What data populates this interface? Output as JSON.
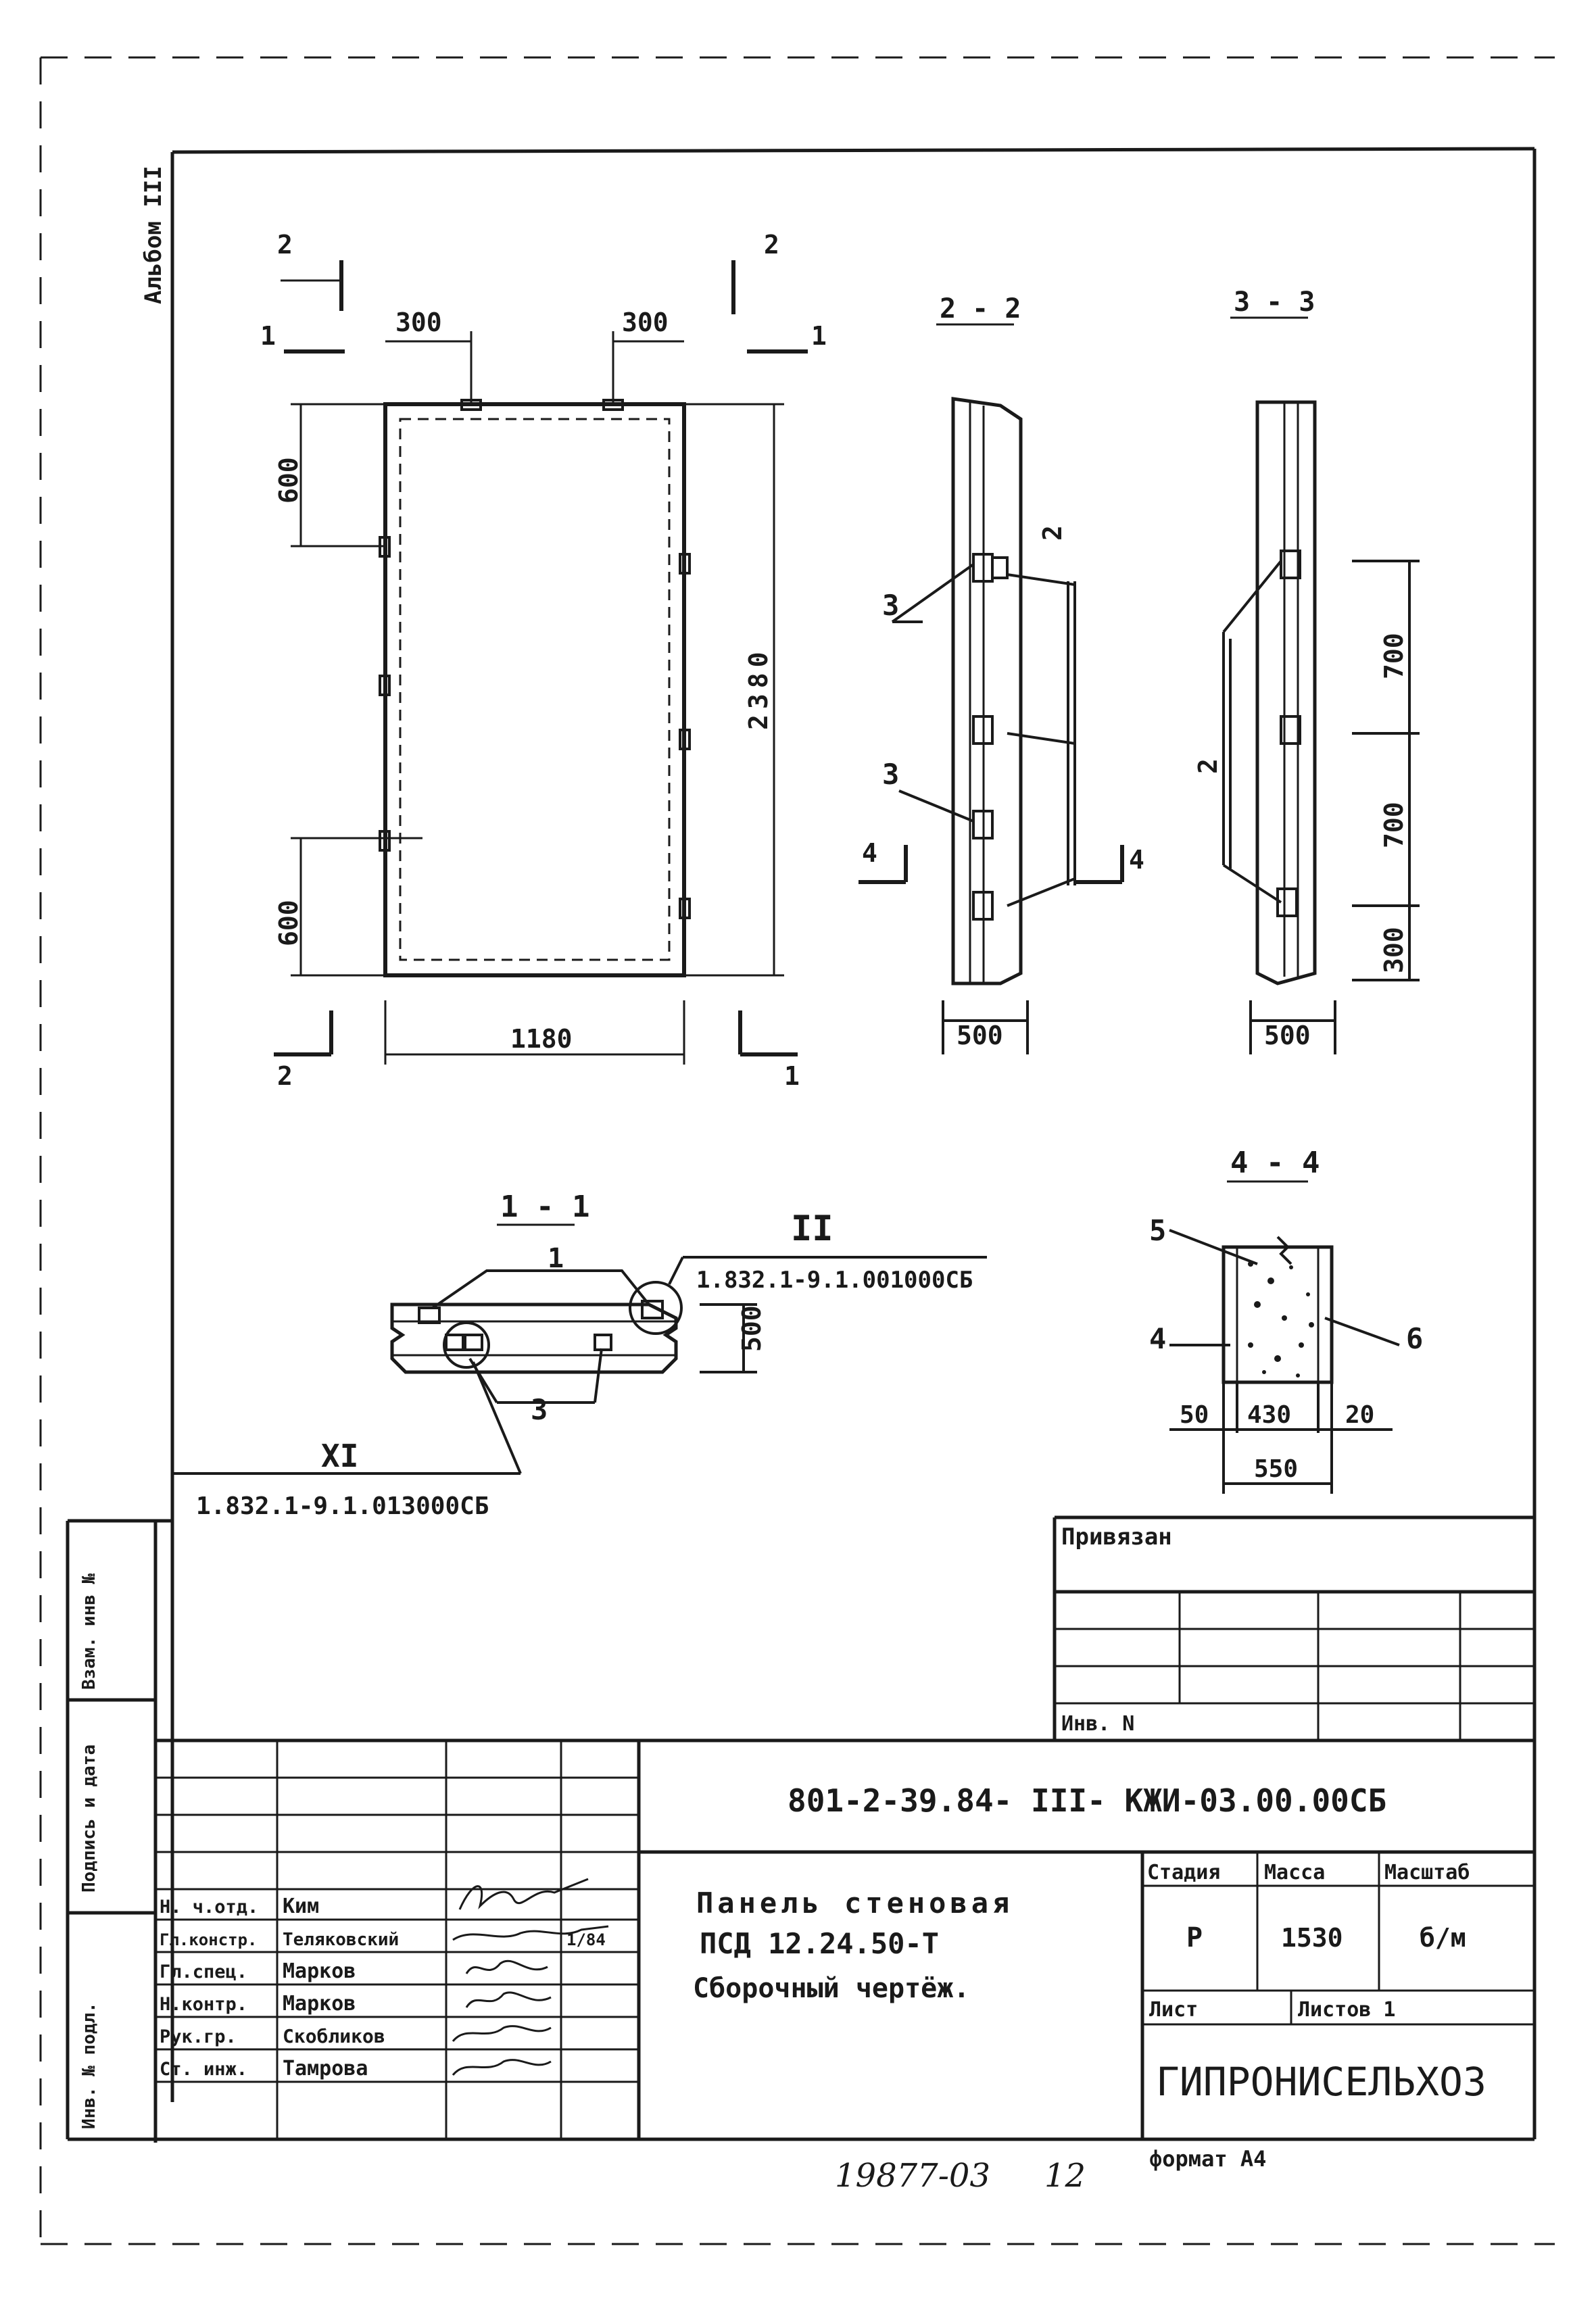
{
  "album_label": "Альбом III",
  "side_stamp": {
    "vzam_inv": "Взам. инв №",
    "podpis_data": "Подпись и дата",
    "inv_podl": "Инв. № подл."
  },
  "main_view": {
    "cut2_top_left": "2",
    "cut2_top_right": "2",
    "cut1_top_left": "1",
    "cut1_top_right": "1",
    "dim_top_left": "300",
    "dim_top_right": "300",
    "dim_left_top": "600",
    "dim_left_bottom": "600",
    "dim_height": "2380",
    "dim_width": "1180",
    "cut2_bottom": "2",
    "cut1_bottom": "1"
  },
  "section_2_2": {
    "title": "2 - 2",
    "label_2": "2",
    "label_3a": "3",
    "label_3b": "3",
    "cut4_left": "4",
    "cut4_right": "4",
    "dim_bottom": "500"
  },
  "section_3_3": {
    "title": "3 - 3",
    "label_2": "2",
    "dim_top": "700",
    "dim_mid": "700",
    "dim_bot": "300",
    "dim_bottom": "500"
  },
  "section_1_1": {
    "title": "1 - 1",
    "label_1": "1",
    "node_II": "II",
    "ref_II": "1.832.1-9.1.001000СБ",
    "dim_500": "500",
    "label_3": "3",
    "node_XI": "XI",
    "ref_XI": "1.832.1-9.1.013000СБ"
  },
  "section_4_4": {
    "title": "4 - 4",
    "label_5": "5",
    "label_4": "4",
    "label_6": "6",
    "dim_50": "50",
    "dim_430": "430",
    "dim_20": "20",
    "dim_total": "550"
  },
  "privyazan_block": {
    "title": "Привязан",
    "inv": "Инв. N"
  },
  "title_block": {
    "doc_code": "801-2-39.84- III- КЖИ-03.00.00СБ",
    "name_line1": "Панель стеновая",
    "name_line2": "ПСД 12.24.50-Т",
    "name_line3": "Сборочный чертёж.",
    "stage_header": "Стадия",
    "mass_header": "Масса",
    "scale_header": "Масштаб",
    "stage": "Р",
    "mass": "1530",
    "scale": "б/м",
    "sheet_label": "Лист",
    "sheets_label": "Листов 1",
    "organization": "ГИПРОНИСЕЛЬХОЗ",
    "people": [
      {
        "role": "Н. ч.отд.",
        "name": "Ким"
      },
      {
        "role": "Гл.констр.",
        "name": "Теляковский"
      },
      {
        "role": "Гл.спец.",
        "name": "Марков"
      },
      {
        "role": "Н.контр.",
        "name": "Марков"
      },
      {
        "role": "Рук.гр.",
        "name": "Скобликов"
      },
      {
        "role": "Ст. инж.",
        "name": "Тамрова"
      }
    ],
    "date_mark": "1/84"
  },
  "footer": {
    "number": "19877-03",
    "page": "12",
    "format": "формат А4"
  }
}
